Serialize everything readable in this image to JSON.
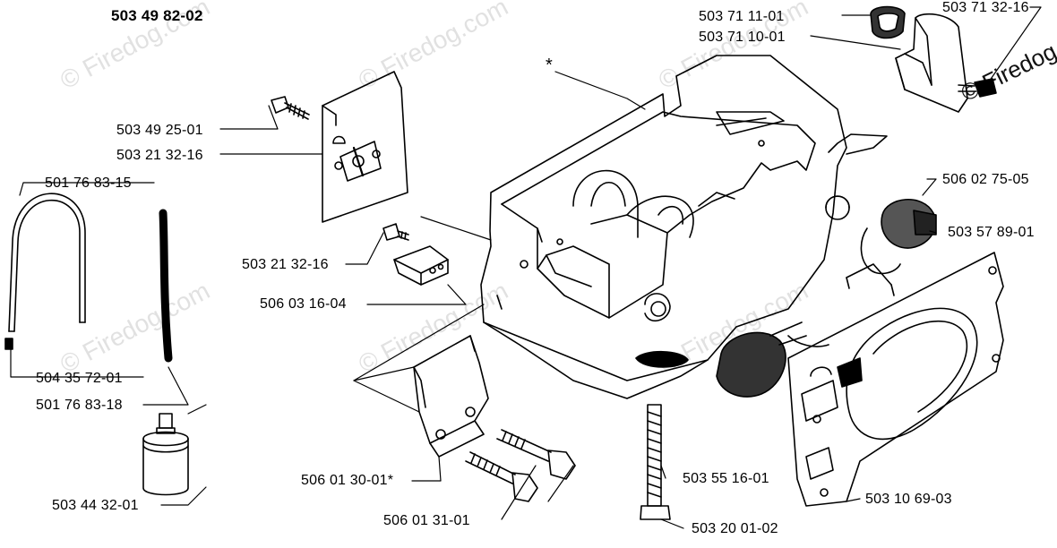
{
  "diagram": {
    "assembly_number": "503 49 82-02",
    "asterisk": "*",
    "watermark": "© Firedog.com",
    "watermark_corner": "© Firedog.",
    "parts": {
      "p_503_71_11_01": "503 71 11-01",
      "p_503_71_32_16": "503 71 32-16",
      "p_503_71_10_01": "503 71 10-01",
      "p_503_49_25_01": "503 49 25-01",
      "p_503_21_32_16_a": "503 21 32-16",
      "p_501_76_83_15": "501 76 83-15",
      "p_506_02_75_05": "506 02 75-05",
      "p_503_57_89_01": "503 57 89-01",
      "p_503_21_32_16_b": "503 21 32-16",
      "p_506_03_16_04": "506 03 16-04",
      "p_504_35_72_01": "504 35 72-01",
      "p_501_76_83_18": "501 76 83-18",
      "p_506_01_30_01": "506 01 30-01*",
      "p_503_55_16_01": "503 55 16-01",
      "p_503_10_69_03": "503 10 69-03",
      "p_503_44_32_01": "503 44 32-01",
      "p_506_01_31_01": "506 01 31-01",
      "p_503_20_01_02": "503 20 01-02"
    }
  }
}
